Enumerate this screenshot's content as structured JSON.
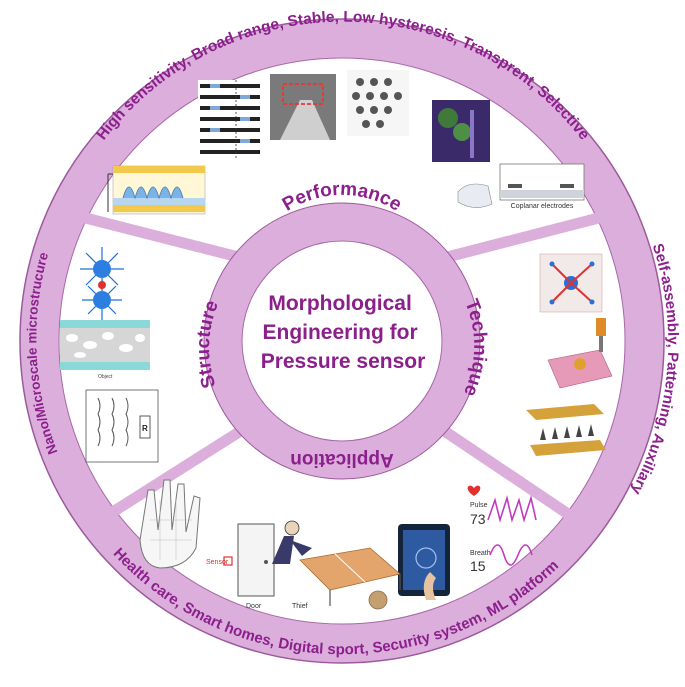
{
  "center": {
    "lines": [
      "Morphological",
      "Engineering for",
      "Pressure sensor"
    ]
  },
  "inner_labels": {
    "performance": "Performance",
    "technique": "Technique",
    "application": "Application",
    "structure": "Structure"
  },
  "outer_labels": {
    "performance": "High sensitivity, Broad range,  Stable,  Low hysteresis, Transprent, Selective",
    "technique": "Self-assembly, Patterning, Auxiliary",
    "application": "Health care, Smart homes, Digital sport, Security system, ML platform",
    "structure": "Nano/Microscale microstrucure"
  },
  "figure_text": {
    "coplanar": "Coplanar electrodes",
    "sensor": "Sensor",
    "door": "Door",
    "thief": "Thief",
    "pulse_label": "Pulse",
    "pulse_value": "73",
    "breath_label": "Breath",
    "breath_value": "15",
    "resistor": "R",
    "object": "Object"
  },
  "colors": {
    "ring": "#d9a5d9",
    "text_purple": "#8b1f8b",
    "center_fill": "#ffffff"
  }
}
